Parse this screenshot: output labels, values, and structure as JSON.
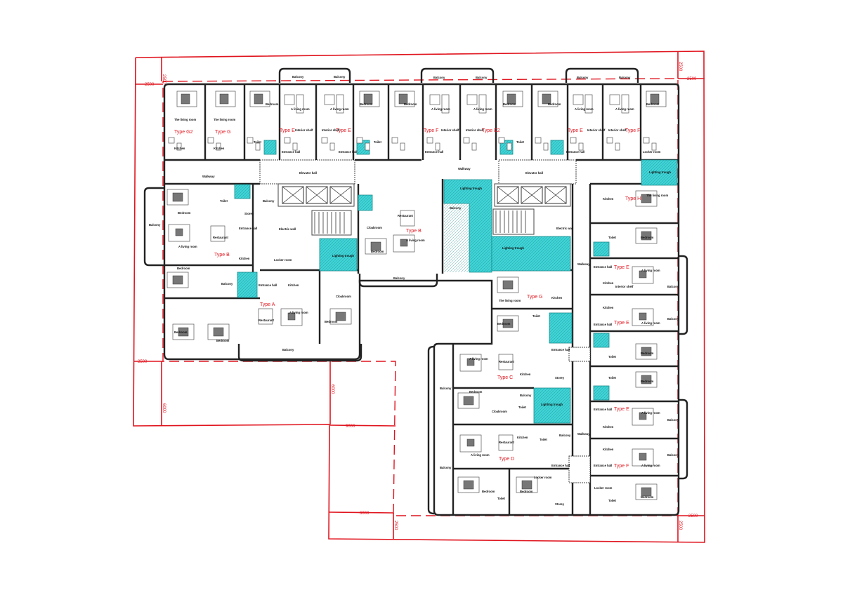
{
  "colors": {
    "dimension": "#e0141e",
    "lighting_well": "#3fd3d6",
    "wall": "#222222",
    "type_label": "#e0141e"
  },
  "unit_types": [
    "Type G2",
    "Type G",
    "Type E",
    "Type E",
    "Type F",
    "Type E2",
    "Type E",
    "Type F",
    "Type H",
    "Type B",
    "Type B",
    "Type A",
    "Type G",
    "Type E",
    "Type E",
    "Type C",
    "Type D",
    "Type E",
    "Type F"
  ],
  "dimensions": [
    "2500",
    "2500",
    "2500",
    "2500",
    "2500",
    "6000",
    "6000",
    "9000",
    "6000",
    "2500",
    "2500",
    "2500"
  ],
  "rooms": {
    "balcony": "Balcony",
    "bedroom": "Bedroom",
    "living": "A living room",
    "the_living": "The living room",
    "kitchen": "Kitchen",
    "toilet": "Toilet",
    "entrance": "Entrance hall",
    "elevator_hall": "Elevator hall",
    "walkway": "Walkway",
    "restaurant": "Restaurant",
    "storey": "Storey",
    "locker": "Locker room",
    "lighting": "Lighting trough",
    "electric": "Electric wall",
    "interior_shelf": "Interior shelf",
    "cloakroom": "Cloakroom"
  }
}
